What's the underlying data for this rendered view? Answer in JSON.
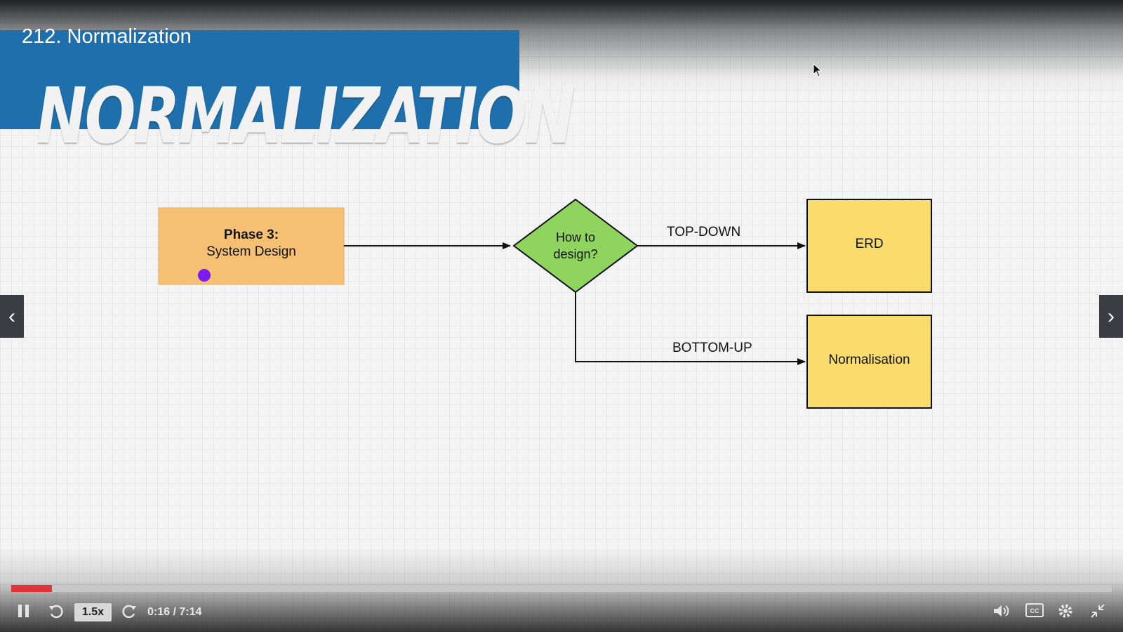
{
  "lecture": {
    "title": "212. Normalization",
    "banner": "NORMALIZATION"
  },
  "diagram": {
    "start_node": {
      "line1": "Phase 3:",
      "line2": "System Design"
    },
    "decision_node": {
      "line1": "How to",
      "line2": "design?"
    },
    "edge_top": "TOP-DOWN",
    "edge_bottom": "BOTTOM-UP",
    "result_top": "ERD",
    "result_bottom": "Normalisation"
  },
  "player": {
    "speed": "1.5x",
    "time": "0:16 / 7:14",
    "progress": 0.037,
    "icons": [
      "pause-icon",
      "rewind-icon",
      "forward-icon",
      "volume-icon",
      "captions-icon",
      "settings-icon",
      "exit-fullscreen-icon"
    ],
    "colors": {
      "progress": "#e0333a",
      "track": "#c8c8c8"
    }
  },
  "colors": {
    "banner": "#1f6fad",
    "start_node": "#f5bf74",
    "decision": "#8ed45f",
    "result": "#f9dc6b",
    "pointer_dot": "#7a1cf0"
  }
}
